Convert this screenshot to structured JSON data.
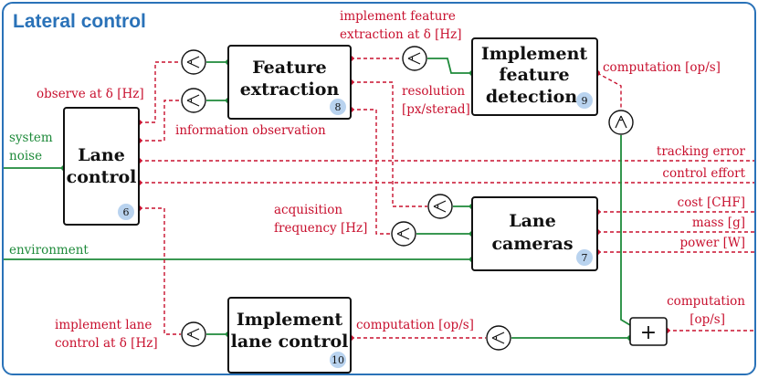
{
  "title": "Lateral control",
  "blocks": {
    "lane_control": {
      "line1": "Lane",
      "line2": "control",
      "number": "6"
    },
    "feature_extraction": {
      "line1": "Feature",
      "line2": "extraction",
      "number": "8"
    },
    "implement_feature_detection": {
      "line1": "Implement",
      "line2": "feature",
      "line3": "detection",
      "number": "9"
    },
    "lane_cameras": {
      "line1": "Lane",
      "line2": "cameras",
      "number": "7"
    },
    "implement_lane_control": {
      "line1": "Implement",
      "line2": "lane control",
      "number": "10"
    },
    "sum": {
      "symbol": "+"
    }
  },
  "labels": {
    "observe": "observe at δ [Hz]",
    "information_observation": "information observation",
    "system_noise_1": "system",
    "system_noise_2": "noise",
    "environment": "environment",
    "impl_feature_1": "implement feature",
    "impl_feature_2": "extraction at δ [Hz]",
    "computation_top": "computation [op/s]",
    "resolution_1": "resolution",
    "resolution_2": "[px/sterad]",
    "tracking_error": "tracking error",
    "control_effort": "control effort",
    "acquisition_1": "acquisition",
    "acquisition_2": "frequency [Hz]",
    "cost": "cost [CHF]",
    "mass": "mass [g]",
    "power": "power [W]",
    "impl_lane_1": "implement lane",
    "impl_lane_2": "control at δ [Hz]",
    "computation_bottom": "computation [op/s]",
    "computation_right_1": "computation",
    "computation_right_2": "[op/s]"
  },
  "colors": {
    "title": "#2a72b8",
    "functionality": "#1e8a3a",
    "resource": "#c8102e",
    "badge": "#b9d3ef"
  }
}
